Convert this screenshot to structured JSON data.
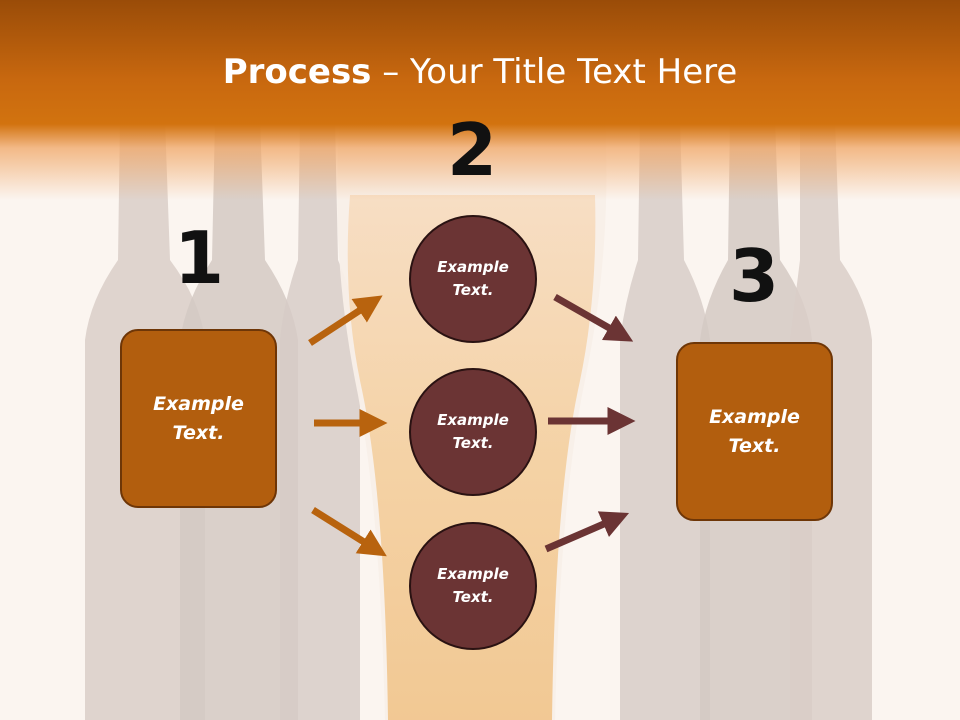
{
  "title": {
    "bold": "Process",
    "rest": " – Your Title Text Here"
  },
  "steps": {
    "one": "1",
    "two": "2",
    "three": "3"
  },
  "left_box": {
    "line1": "Example",
    "line2": "Text."
  },
  "right_box": {
    "line1": "Example",
    "line2": "Text."
  },
  "circles": [
    {
      "line1": "Example",
      "line2": "Text."
    },
    {
      "line1": "Example",
      "line2": "Text."
    },
    {
      "line1": "Example",
      "line2": "Text."
    }
  ],
  "colors": {
    "title_bar": "#c8680f",
    "box_fill": "#b25e0e",
    "circle_fill": "#6b3434",
    "arrow_orange": "#b8630e",
    "arrow_brown": "#6b3434"
  }
}
